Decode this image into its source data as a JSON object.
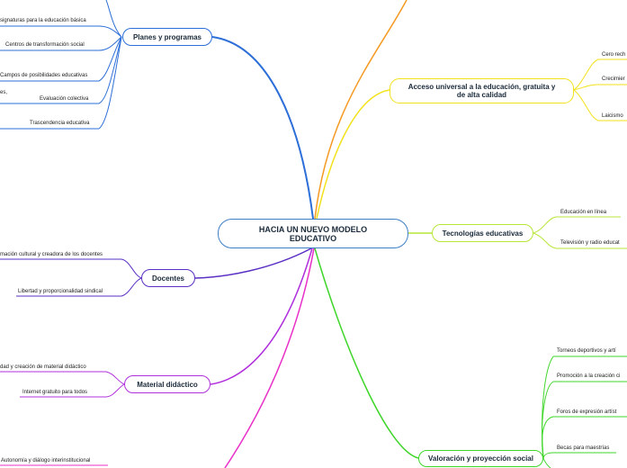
{
  "center": {
    "title": "HACIA UN NUEVO MODELO EDUCATIVO"
  },
  "colors": {
    "planes": "#2d6fd8",
    "acceso": "#f2e21e",
    "tecnologias": "#b8e63a",
    "docentes": "#5a2fc4",
    "material": "#b030dc",
    "valoracion": "#3fd62a",
    "orange": "#f59a23",
    "magenta": "#e830c8"
  },
  "branches": {
    "planes": {
      "label": "Planes y programas",
      "children": [
        "signaturas para la educación básica",
        "Centros de transformación social",
        "Campos de posibilidades educativas",
        "es,",
        "Evaluación colectiva",
        "Trascendencia educativa"
      ]
    },
    "acceso": {
      "label": "Acceso universal a la educación, gratuita y de alta calidad",
      "children": [
        "Cero rech",
        "Crecimier",
        "Laicismo"
      ]
    },
    "tecnologias": {
      "label": "Tecnologías educativas",
      "children": [
        "Educación en línea",
        "Televisión y radio educat"
      ]
    },
    "docentes": {
      "label": "Docentes",
      "children": [
        "mación cultural y creadora de los docentes",
        "Libertad y proporcionalidad sindical"
      ]
    },
    "material": {
      "label": "Material didáctico",
      "children": [
        "dad y creación de material didáctico",
        "Internet gratuito para todos"
      ]
    },
    "valoracion": {
      "label": "Valoración y proyección social",
      "children": [
        "Torneos deportivos y artí",
        "Promoción a la creación ci",
        "Foros  de  expresión artíst",
        "Becas para maestrías"
      ]
    },
    "magenta": {
      "children": [
        "Autonomía y diálogo interinstitucional"
      ]
    }
  }
}
